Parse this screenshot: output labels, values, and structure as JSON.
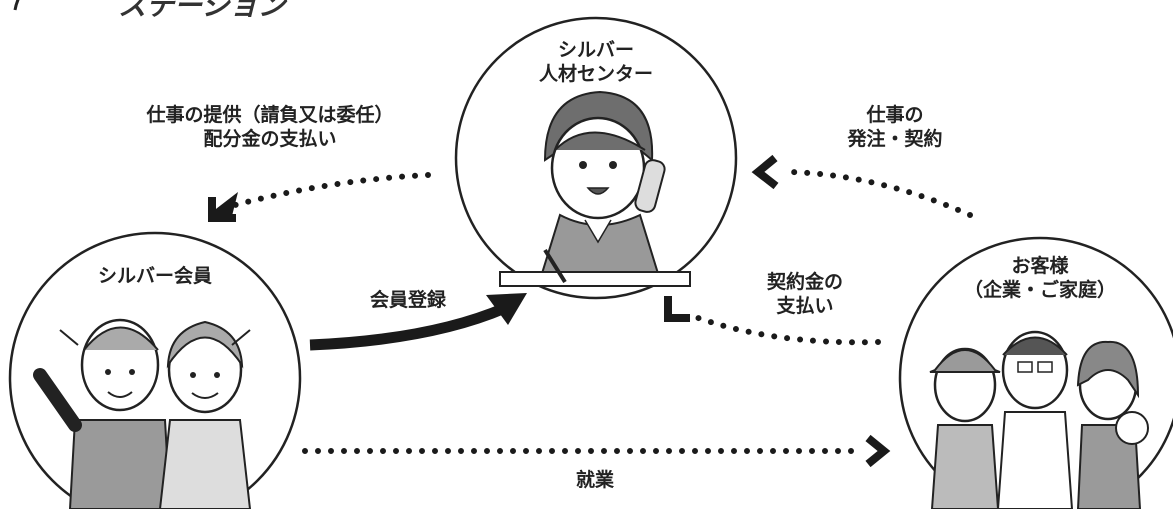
{
  "header": {
    "partial_text": "ステーション"
  },
  "nodes": {
    "center": {
      "lines": [
        "シルバー",
        "人材センター"
      ]
    },
    "members": {
      "label": "シルバー会員"
    },
    "customers": {
      "lines": [
        "お客様",
        "（企業・ご家庭）"
      ]
    }
  },
  "edges": {
    "center_to_members": {
      "lines": [
        "仕事の提供（請負又は委任）",
        "配分金の支払い"
      ]
    },
    "members_to_center": {
      "label": "会員登録"
    },
    "customers_to_center_order": {
      "lines": [
        "仕事の",
        "発注・契約"
      ]
    },
    "customers_to_center_payment": {
      "lines": [
        "契約金の",
        "支払い"
      ]
    },
    "members_to_customers": {
      "label": "就業"
    }
  },
  "colors": {
    "line": "#1a1a1a",
    "fill": "#ffffff",
    "figure": "#9a9a9a"
  }
}
